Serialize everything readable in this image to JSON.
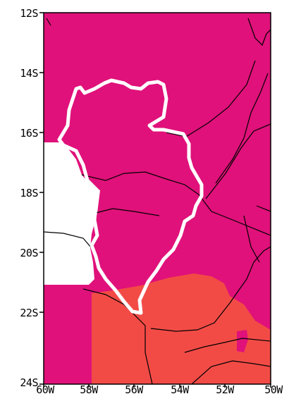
{
  "map": {
    "lat_labels": [
      "12S",
      "14S",
      "16S",
      "18S",
      "20S",
      "22S",
      "24S"
    ],
    "lon_labels": [
      "60W",
      "58W",
      "56W",
      "54W",
      "52W",
      "50W"
    ],
    "extent": {
      "lon_min": -60,
      "lon_max": -50,
      "lat_min": -24,
      "lat_max": -12
    },
    "colors": {
      "field_high": "#e0117a",
      "field_low": "#f24b46",
      "missing": "#ffffff",
      "basin_outline": "#ffffff",
      "borders": "#000000"
    }
  }
}
